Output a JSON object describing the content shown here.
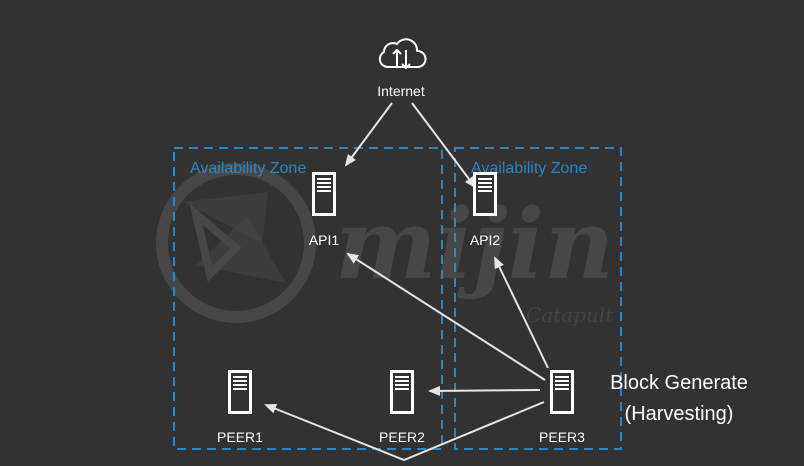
{
  "colors": {
    "background": "#323232",
    "zone_border": "#2b86c6",
    "arrow": "#e6e6e6",
    "text": "#ffffff",
    "watermark": "#474747"
  },
  "watermark": {
    "brand": "mijin",
    "product": "Catapult"
  },
  "internet": {
    "label": "Internet",
    "icon": "cloud-sync-icon"
  },
  "zones": [
    {
      "label": "Availability Zone"
    },
    {
      "label": "Availability Zone"
    }
  ],
  "servers": {
    "api1": {
      "label": "API1",
      "icon": "server-icon"
    },
    "api2": {
      "label": "API2",
      "icon": "server-icon"
    },
    "peer1": {
      "label": "PEER1",
      "icon": "server-icon"
    },
    "peer2": {
      "label": "PEER2",
      "icon": "server-icon"
    },
    "peer3": {
      "label": "PEER3",
      "icon": "server-icon"
    }
  },
  "annotation": {
    "line1": "Block Generate",
    "line2": "(Harvesting)"
  }
}
